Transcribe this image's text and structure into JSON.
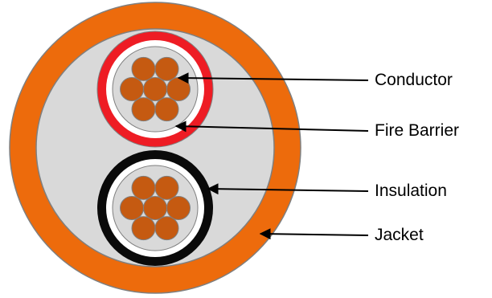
{
  "labels": {
    "conductor": "Conductor",
    "fire_barrier": "Fire Barrier",
    "insulation": "Insulation",
    "jacket": "Jacket"
  },
  "colors": {
    "jacket": "#ED6B0C",
    "filler": "#D9D9D9",
    "fire_barrier": "#EE1C24",
    "insulation": "#0A0A0A",
    "tape": "#FFFFFF",
    "strand": "#C55A11",
    "outline": "#7F7F7F",
    "arrow": "#000000"
  }
}
